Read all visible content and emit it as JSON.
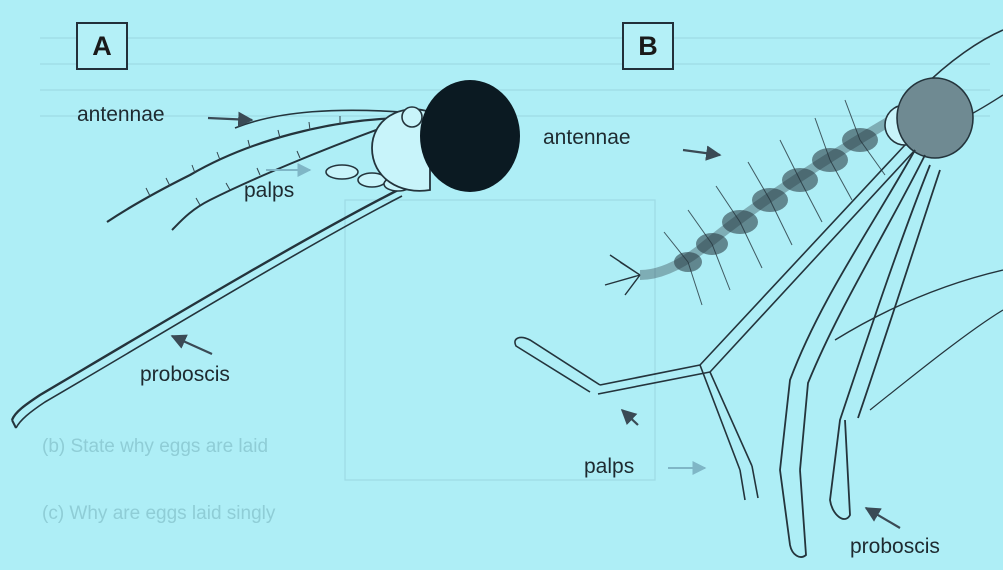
{
  "panels": [
    {
      "letter": "A",
      "labels": {
        "antennae": "antennae",
        "palps": "palps",
        "proboscis": "proboscis"
      }
    },
    {
      "letter": "B",
      "labels": {
        "antennae": "antennae",
        "palps": "palps",
        "proboscis": "proboscis"
      }
    }
  ],
  "background_text": {
    "line_1": "(b)  State why eggs are laid",
    "line_2": "(c)  Why are eggs laid singly"
  },
  "colors": {
    "background": "#aeeef6",
    "ink": "#1e2a30",
    "head_fill": "#0b1a22",
    "arrow": "#3a4a55",
    "faint_arrow": "#7fb6c6"
  }
}
